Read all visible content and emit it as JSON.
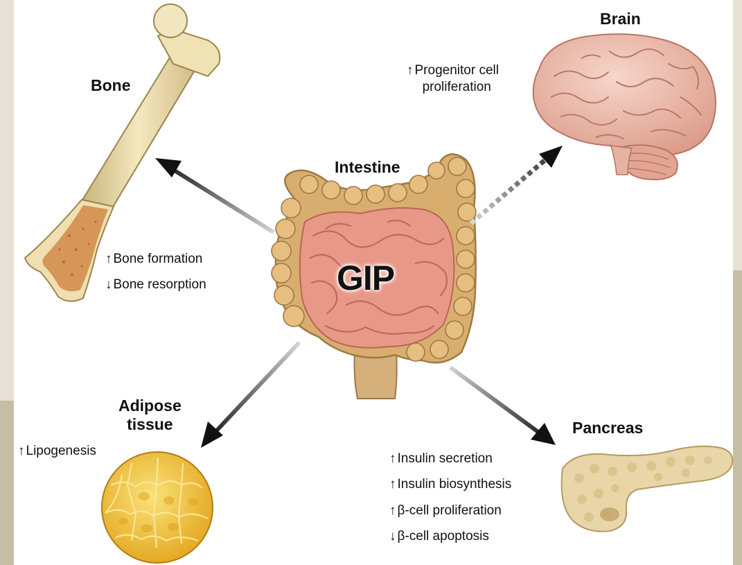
{
  "center": {
    "organ": "Intestine",
    "hormone": "GIP"
  },
  "organs": {
    "bone": {
      "label": "Bone"
    },
    "brain": {
      "label": "Brain"
    },
    "adipose": {
      "label_line1": "Adipose",
      "label_line2": "tissue"
    },
    "pancreas": {
      "label": "Pancreas"
    }
  },
  "effects": {
    "bone": [
      {
        "direction": "up",
        "arrow": "↑",
        "text": "Bone formation"
      },
      {
        "direction": "down",
        "arrow": "↓",
        "text": "Bone resorption"
      }
    ],
    "brain": [
      {
        "direction": "up",
        "arrow": "↑",
        "text_line1": "Progenitor cell",
        "text_line2": "proliferation"
      }
    ],
    "adipose": [
      {
        "direction": "up",
        "arrow": "↑",
        "text": "Lipogenesis"
      }
    ],
    "pancreas": [
      {
        "direction": "up",
        "arrow": "↑",
        "text": "Insulin secretion"
      },
      {
        "direction": "up",
        "arrow": "↑",
        "text": "Insulin biosynthesis"
      },
      {
        "direction": "up",
        "arrow": "↑",
        "text": "β-cell proliferation"
      },
      {
        "direction": "down",
        "arrow": "↓",
        "text": "β-cell apoptosis"
      }
    ]
  },
  "connections": [
    {
      "from": "Intestine",
      "to": "Bone",
      "style": "solid"
    },
    {
      "from": "Intestine",
      "to": "Brain",
      "style": "dashed"
    },
    {
      "from": "Intestine",
      "to": "Adipose tissue",
      "style": "solid"
    },
    {
      "from": "Intestine",
      "to": "Pancreas",
      "style": "solid"
    }
  ],
  "colors": {
    "bone": "#ead9a4",
    "marrow": "#c9773a",
    "brain": "#eec2b3",
    "intestine_outer": "#d7a96b",
    "intestine_inner": "#e89a86",
    "fat": "#f3c63b",
    "pancreas": "#e5d3a6",
    "arrow": "#111111"
  }
}
